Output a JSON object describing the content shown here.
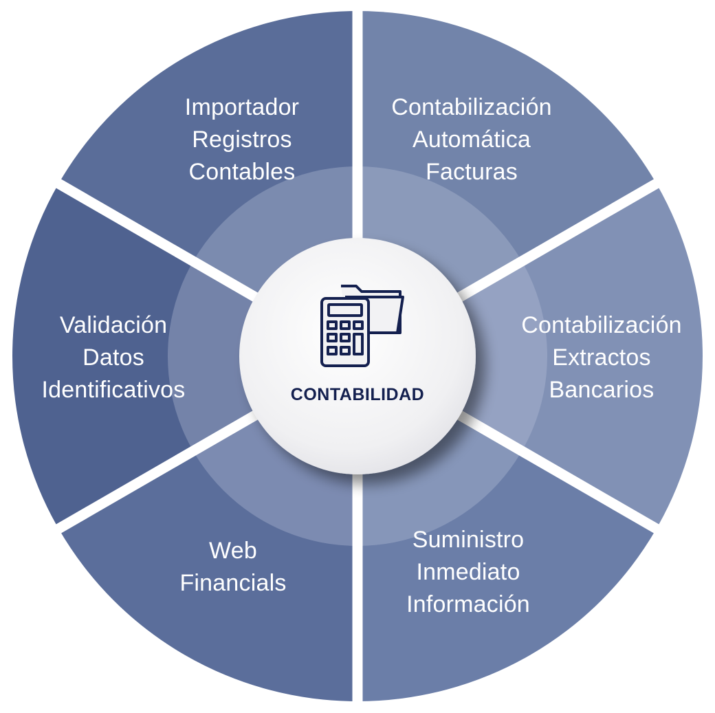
{
  "center": {
    "title": "CONTABILIDAD",
    "icon": "calculator-folder-icon"
  },
  "segments": [
    {
      "id": "importador",
      "lines": [
        "Importador",
        "Registros",
        "Contables"
      ],
      "color": "#5a6d99"
    },
    {
      "id": "contab-facturas",
      "lines": [
        "Contabilización",
        "Automática",
        "Facturas"
      ],
      "color": "#7284aa"
    },
    {
      "id": "contab-extractos",
      "lines": [
        "Contabilización",
        "Extractos",
        "Bancarios"
      ],
      "color": "#8191b5"
    },
    {
      "id": "sii",
      "lines": [
        "Suministro",
        "Inmediato",
        "Información"
      ],
      "color": "#6b7ea8"
    },
    {
      "id": "web",
      "lines": [
        "Web",
        "Financials"
      ],
      "color": "#5b6e9b"
    },
    {
      "id": "validacion",
      "lines": [
        "Validación",
        "Datos",
        "Identificativos"
      ],
      "color": "#4f6290"
    }
  ],
  "colors": {
    "ring": "#8d9dbf",
    "center_fill": "#f2f2f4",
    "center_text": "#14204f",
    "icon_stroke": "#14204f"
  }
}
